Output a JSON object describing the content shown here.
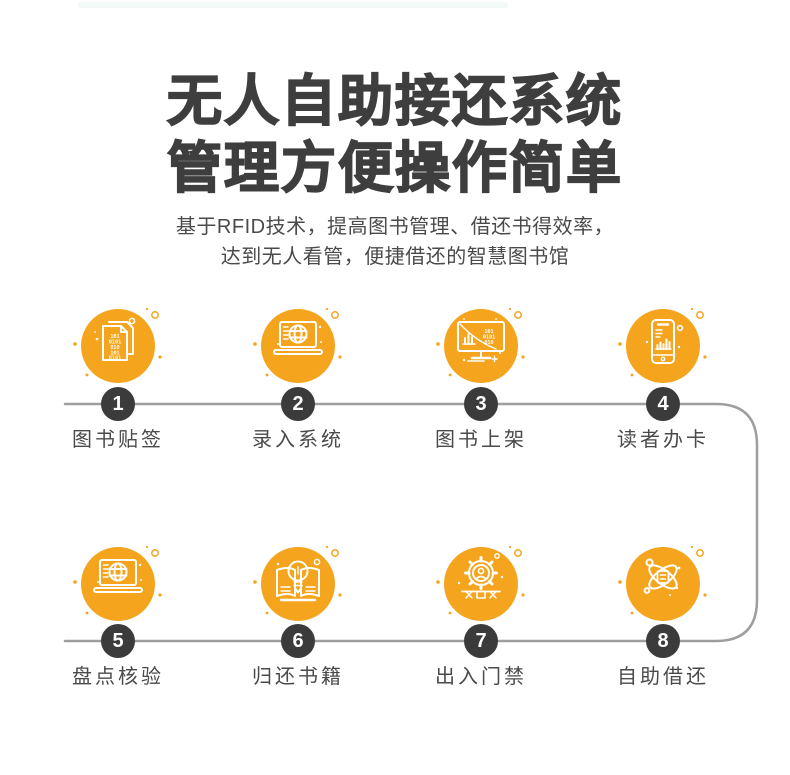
{
  "page": {
    "title_line1": "无人自助接还系统",
    "title_line2": "管理方便操作简单",
    "subtitle_line1": "基于RFID技术，提高图书管理、借还书得效率，",
    "subtitle_line2": "达到无人看管，便捷借还的智慧图书馆"
  },
  "steps": [
    {
      "number": "1",
      "label": "图书贴签",
      "icon": "binary-document-icon"
    },
    {
      "number": "2",
      "label": "录入系统",
      "icon": "laptop-globe-icon"
    },
    {
      "number": "3",
      "label": "图书上架",
      "icon": "monitor-chart-icon"
    },
    {
      "number": "4",
      "label": "读者办卡",
      "icon": "phone-chart-icon"
    },
    {
      "number": "5",
      "label": "盘点核验",
      "icon": "laptop-globe-icon"
    },
    {
      "number": "6",
      "label": "归还书籍",
      "icon": "book-bulb-icon"
    },
    {
      "number": "7",
      "label": "出入门禁",
      "icon": "gear-access-icon"
    },
    {
      "number": "8",
      "label": "自助借还",
      "icon": "atom-network-icon"
    }
  ],
  "icon_text": {
    "document_binary": [
      "101",
      "0101",
      "010",
      "101",
      "0101"
    ],
    "screen_binary": [
      "101",
      "0101",
      "010"
    ]
  },
  "colors": {
    "accent_orange": "#F5A41D",
    "badge_dark": "#3B3B3B",
    "connector_gray": "#9E9E9E",
    "title_text": "#3E3E3E",
    "body_text": "#4A4A4A"
  }
}
